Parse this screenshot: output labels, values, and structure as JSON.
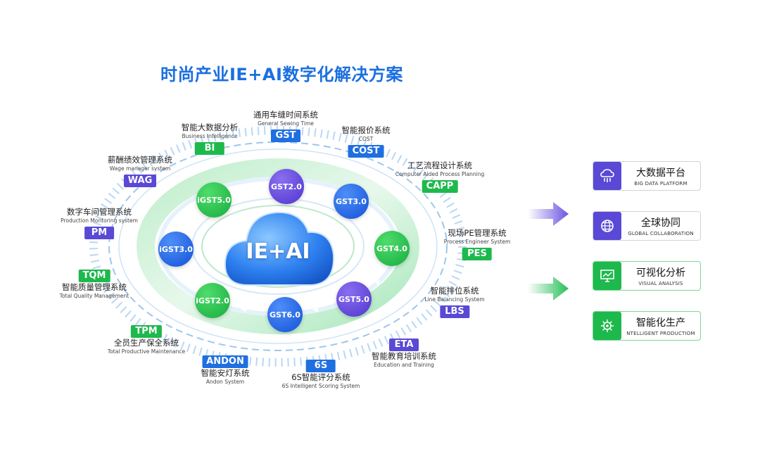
{
  "title": "时尚产业IE+AI数字化解决方案",
  "center_label": "IE+AI",
  "colors": {
    "blue": "#1f6fe0",
    "purple": "#5a48d6",
    "green": "#1db94c",
    "title": "#1a6fe0"
  },
  "systems": [
    {
      "cn": "通用车缝时间系统",
      "en": "General Sewing Time",
      "badge": "GST",
      "color": "blue"
    },
    {
      "cn": "智能大数据分析",
      "en": "Business Intelligence",
      "badge": "BI",
      "color": "green"
    },
    {
      "cn": "智能报价系统",
      "en": "COST",
      "badge": "COST",
      "color": "blue"
    },
    {
      "cn": "薪酬绩效管理系统",
      "en": "Wage manager system",
      "badge": "WAG",
      "color": "purple"
    },
    {
      "cn": "工艺流程设计系统",
      "en": "Computer Aided Process Planning",
      "badge": "CAPP",
      "color": "green"
    },
    {
      "cn": "数字车间管理系统",
      "en": "Production Montoring system",
      "badge": "PM",
      "color": "purple"
    },
    {
      "cn": "现场PE管理系统",
      "en": "Process Engineer System",
      "badge": "PES",
      "color": "green"
    },
    {
      "cn": "智能质量管理系统",
      "en": "Total Quality Management",
      "badge": "TQM",
      "color": "green"
    },
    {
      "cn": "智能排位系统",
      "en": "Line Balancing System",
      "badge": "LBS",
      "color": "purple"
    },
    {
      "cn": "全员生产保全系统",
      "en": "Total Productive Maintenance",
      "badge": "TPM",
      "color": "green"
    },
    {
      "cn": "智能教育培训系统",
      "en": "Education and Training",
      "badge": "ETA",
      "color": "purple"
    },
    {
      "cn": "智能安灯系统",
      "en": "Andon System",
      "badge": "ANDON",
      "color": "blue"
    },
    {
      "cn": "6S智能评分系统",
      "en": "6S Intelligent Scoring System",
      "badge": "6S",
      "color": "blue"
    }
  ],
  "nodes": [
    {
      "label": "GST2.0",
      "color": "purple"
    },
    {
      "label": "GST3.0",
      "color": "blue"
    },
    {
      "label": "GST4.0",
      "color": "green"
    },
    {
      "label": "GST5.0",
      "color": "purple"
    },
    {
      "label": "GST6.0",
      "color": "blue"
    },
    {
      "label": "iGST2.0",
      "color": "green"
    },
    {
      "label": "iGST3.0",
      "color": "blue"
    },
    {
      "label": "iGST5.0",
      "color": "green"
    }
  ],
  "capabilities": [
    {
      "cn": "大数据平台",
      "en": "BIG DATA PLATFORM",
      "icon": "big-data-icon",
      "color": "purple"
    },
    {
      "cn": "全球协同",
      "en": "GLOBAL COLLABORATION",
      "icon": "globe-icon",
      "color": "purple"
    },
    {
      "cn": "可视化分析",
      "en": "VISUAL ANALYSIS",
      "icon": "chart-monitor-icon",
      "color": "green"
    },
    {
      "cn": "智能化生产",
      "en": "NTELLIGENT PRODUCTIOM",
      "icon": "gear-chip-icon",
      "color": "green"
    }
  ]
}
